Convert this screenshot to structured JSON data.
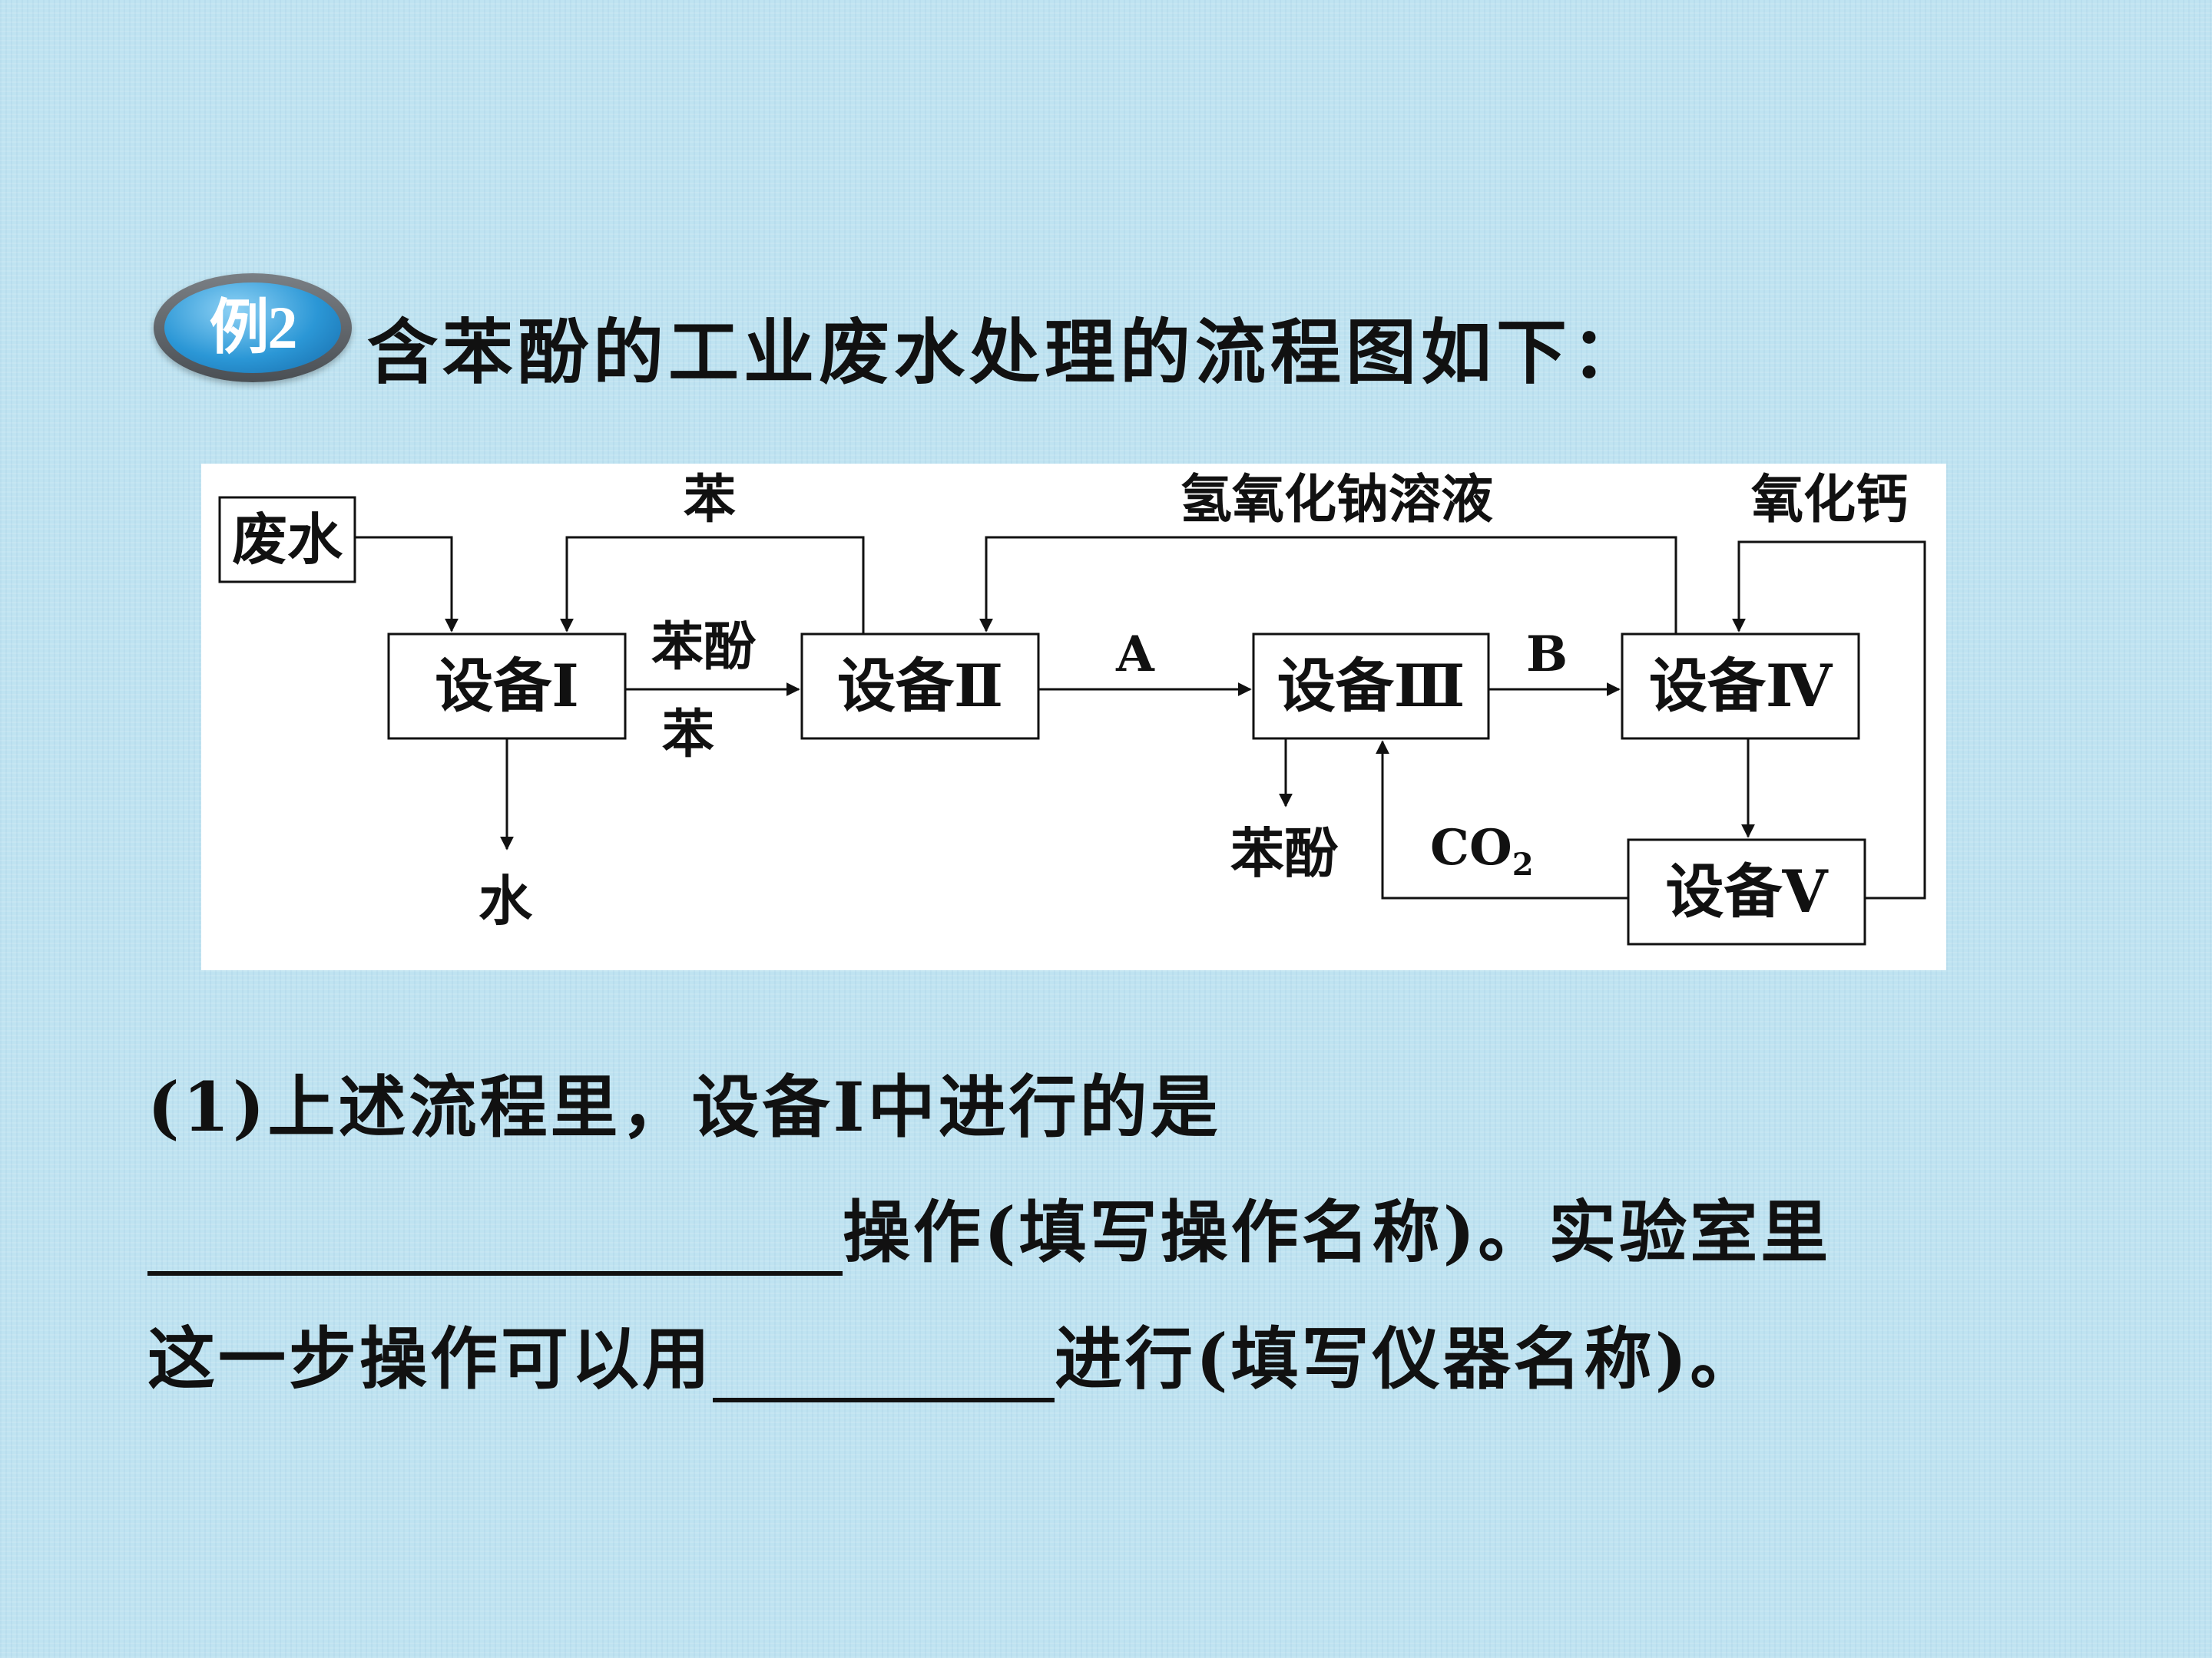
{
  "badge": {
    "label": "例2"
  },
  "heading": "含苯酚的工业废水处理的流程图如下：",
  "diagram": {
    "nodes": {
      "waste_water": "废水",
      "device1": "设备Ⅰ",
      "device2": "设备Ⅱ",
      "device3": "设备Ⅲ",
      "device4": "设备Ⅳ",
      "device5": "设备Ⅴ"
    },
    "labels": {
      "benzene_top": "苯",
      "naoh": "氢氧化钠溶液",
      "cao": "氧化钙",
      "phenol_mid": "苯酚",
      "benzene_mid": "苯",
      "a": "A",
      "b": "B",
      "water": "水",
      "phenol_out": "苯酚",
      "co2_main": "CO",
      "co2_sub": "2"
    }
  },
  "question": {
    "line1": "(1)上述流程里，设备I中进行的是",
    "line2_after": "操作(填写操作名称)。实验室里",
    "line3_before": "这一步操作可以用",
    "line3_after": "进行(填写仪器名称)。"
  }
}
